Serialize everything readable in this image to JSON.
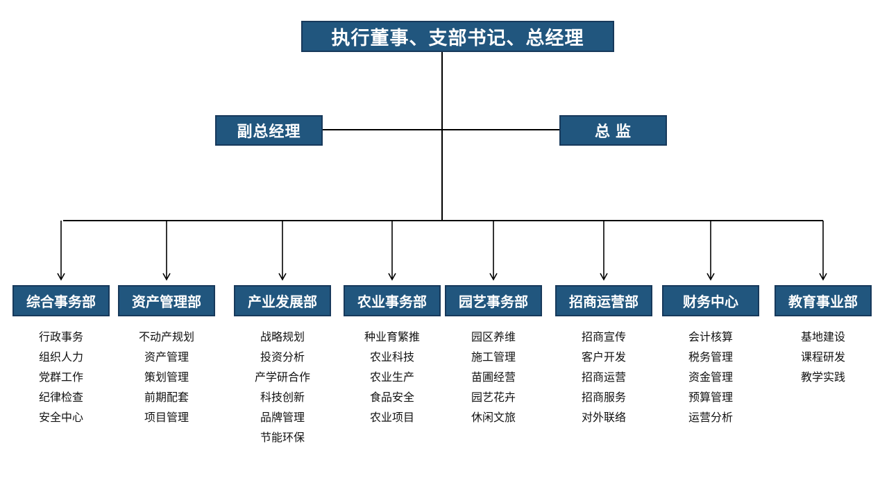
{
  "chart": {
    "type": "org-chart",
    "top": {
      "label": "执行董事、支部书记、总经理"
    },
    "deputy": {
      "label": "副总经理"
    },
    "director": {
      "label": "总 监"
    },
    "departments": [
      {
        "name": "综合事务部",
        "items": [
          "行政事务",
          "组织人力",
          "党群工作",
          "纪律检查",
          "安全中心"
        ]
      },
      {
        "name": "资产管理部",
        "items": [
          "不动产规划",
          "资产管理",
          "策划管理",
          "前期配套",
          "项目管理"
        ]
      },
      {
        "name": "产业发展部",
        "items": [
          "战略规划",
          "投资分析",
          "产学研合作",
          "科技创新",
          "品牌管理",
          "节能环保"
        ]
      },
      {
        "name": "农业事务部",
        "items": [
          "种业育繁推",
          "农业科技",
          "农业生产",
          "食品安全",
          "农业项目"
        ]
      },
      {
        "name": "园艺事务部",
        "items": [
          "园区养维",
          "施工管理",
          "苗圃经营",
          "园艺花卉",
          "休闲文旅"
        ]
      },
      {
        "name": "招商运营部",
        "items": [
          "招商宣传",
          "客户开发",
          "招商运营",
          "招商服务",
          "对外联络"
        ]
      },
      {
        "name": "财务中心",
        "items": [
          "会计核算",
          "税务管理",
          "资金管理",
          "预算管理",
          "运营分析"
        ]
      },
      {
        "name": "教育事业部",
        "items": [
          "基地建设",
          "课程研发",
          "教学实践"
        ]
      }
    ],
    "colors": {
      "box_fill": "#21567E",
      "box_border": "#17395B",
      "line": "#000000",
      "box_text": "#FFFFFF",
      "item_text": "#111111",
      "background": "#FFFFFF"
    }
  }
}
